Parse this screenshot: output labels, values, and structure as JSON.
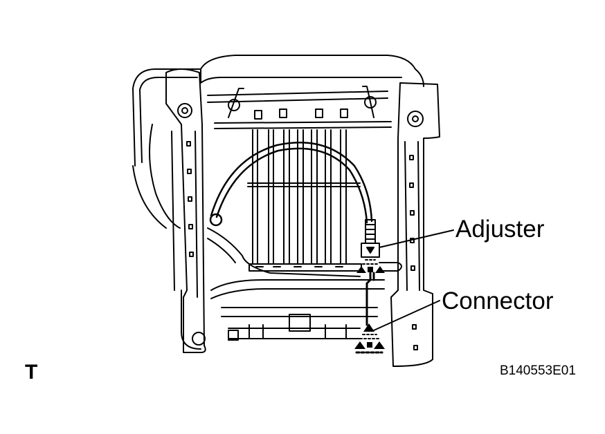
{
  "labels": {
    "adjuster": "Adjuster",
    "connector": "Connector",
    "corner_mark": "T",
    "figure_code": "B140553E01"
  },
  "colors": {
    "line": "#000000",
    "background": "#ffffff"
  }
}
